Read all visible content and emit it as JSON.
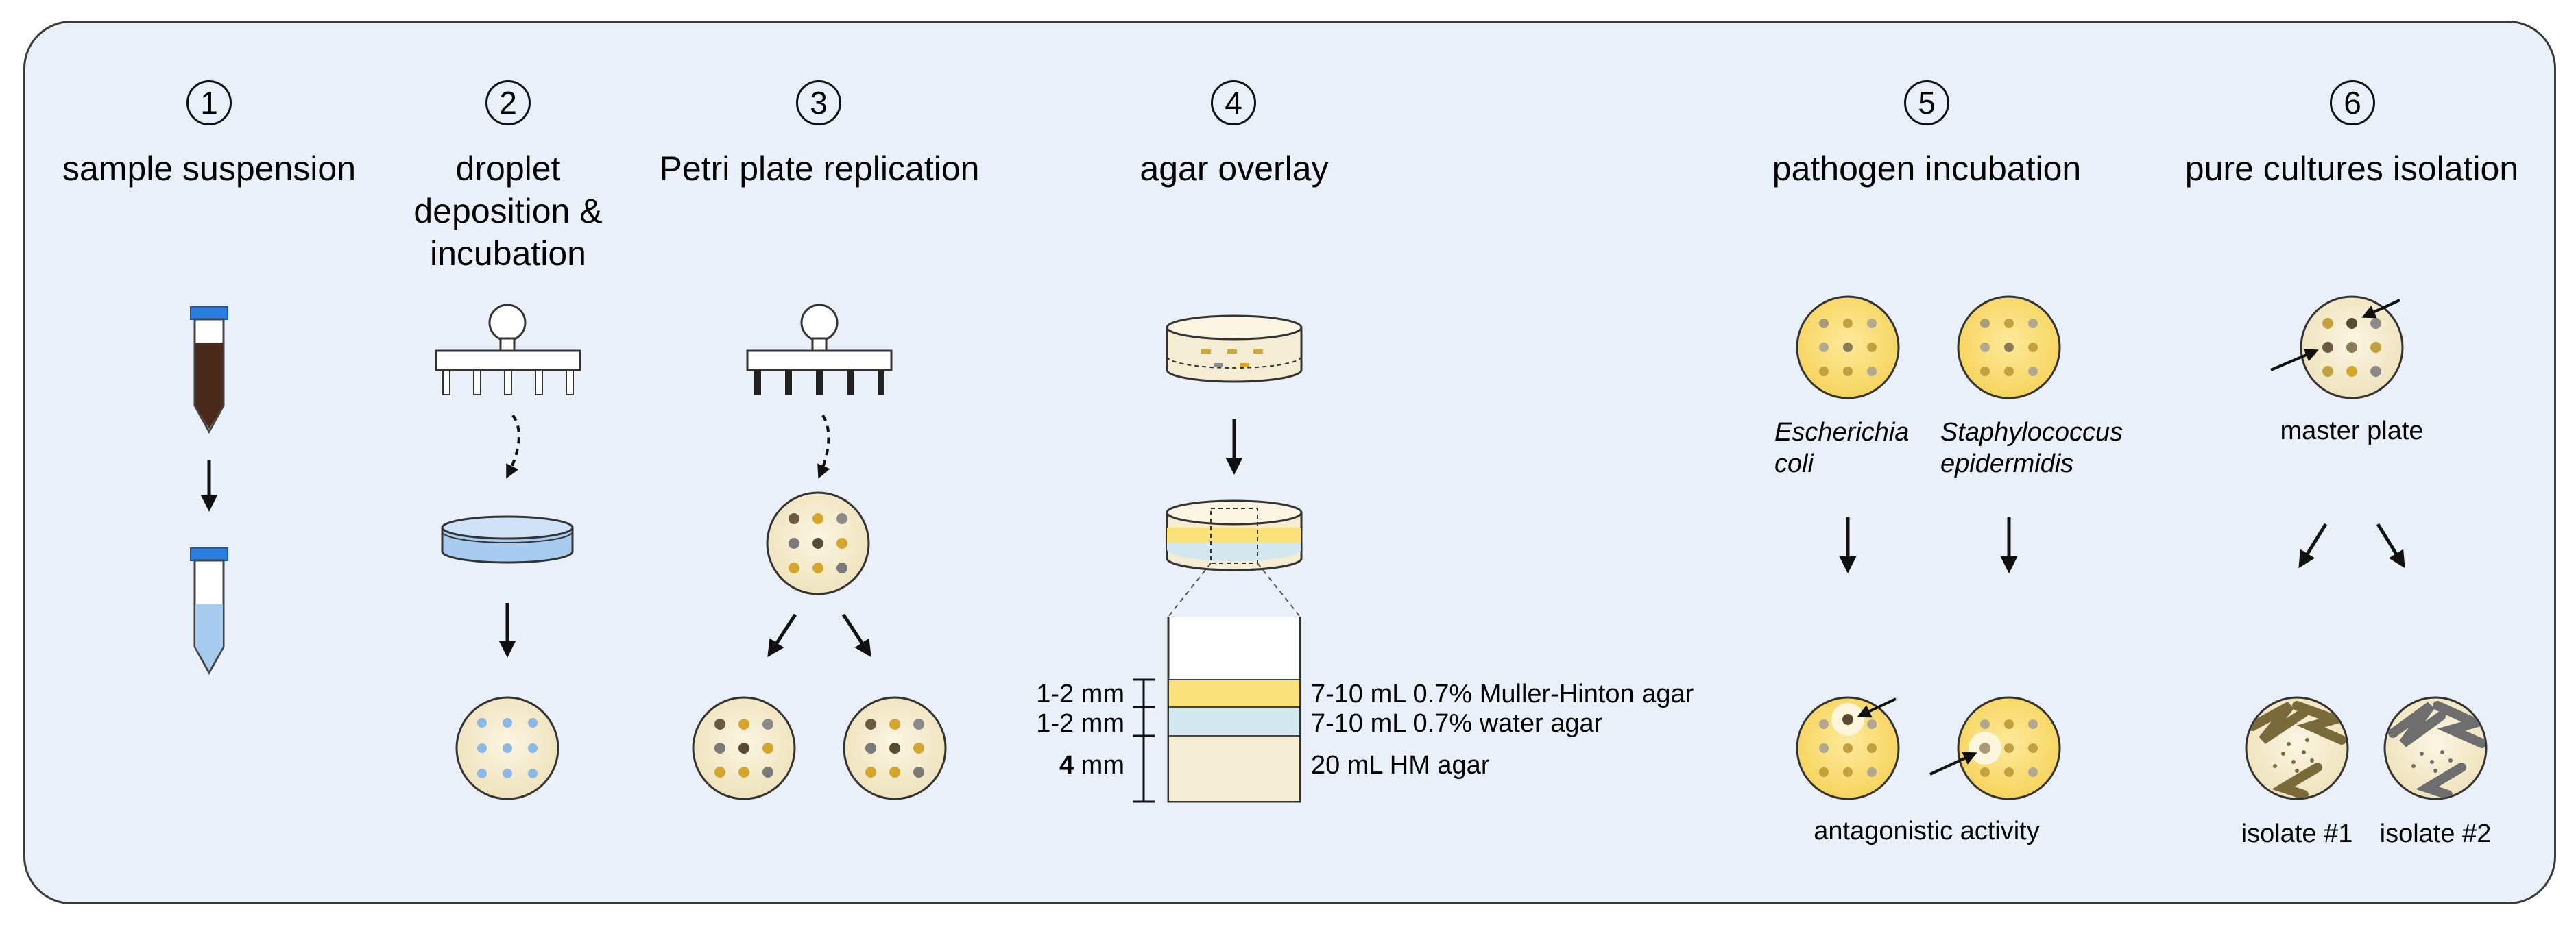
{
  "steps": [
    {
      "number": "1",
      "title": "sample suspension"
    },
    {
      "number": "2",
      "title": "droplet\ndeposition &\nincubation"
    },
    {
      "number": "3",
      "title": "Petri plate replication"
    },
    {
      "number": "4",
      "title": "agar overlay"
    },
    {
      "number": "5",
      "title": "pathogen incubation"
    },
    {
      "number": "6",
      "title": "pure cultures isolation"
    }
  ],
  "layers": {
    "top": {
      "thickness": "1-2 mm",
      "label": "7-10 mL 0.7% Muller-Hinton agar"
    },
    "middle": {
      "thickness": "1-2 mm",
      "label": "7-10 mL 0.7% water agar"
    },
    "bottom": {
      "thickness_value": "4",
      "thickness_unit": " mm",
      "label": "20 mL HM agar"
    }
  },
  "pathogens": {
    "first_line1": "Escherichia",
    "first_line2": "coli",
    "second_line1": "Staphylococcus",
    "second_line2": "epidermidis"
  },
  "labels": {
    "antagonistic": "antagonistic activity",
    "master_plate": "master plate",
    "isolate1": "isolate #1",
    "isolate2": "isolate #2"
  },
  "colors": {
    "panel_bg": "#e9f0fa",
    "tube_cap": "#2a7de1",
    "soil_suspension": "#4a2a1a",
    "water_suspension": "#a8ccf0",
    "plate_beige": "#f4ecd3",
    "plate_yellow": "#fbe17a",
    "water_agar": "#d3e8ee",
    "hm_agar": "#f4ecd3"
  }
}
